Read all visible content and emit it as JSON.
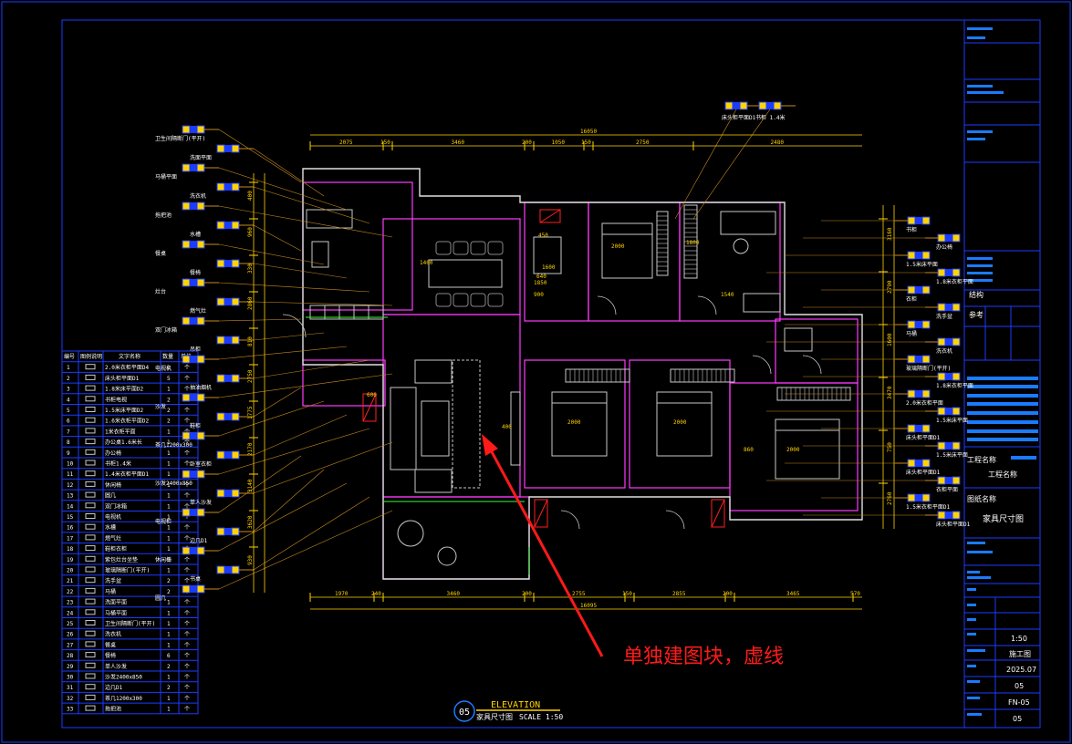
{
  "drawing": {
    "title_en": "ELEVATION",
    "title_cn": "家具尺寸图",
    "scale_label": "SCALE 1:50",
    "sheet_number": "05"
  },
  "annotation": {
    "text": "单独建图块，虚线",
    "color": "#ff1a1a"
  },
  "dimensions": {
    "top_total": "16050",
    "top_segments": [
      "2075",
      "150",
      "3460",
      "200",
      "1050",
      "150",
      "2750",
      "2480"
    ],
    "bottom_total": "16095",
    "bottom_segments": [
      "1970",
      "240",
      "3460",
      "200",
      "2755",
      "150",
      "2855",
      "200",
      "3465",
      "570"
    ],
    "left_segments": [
      "400",
      "960",
      "330",
      "2860",
      "810",
      "2750",
      "1775",
      "2170",
      "3140",
      "3620",
      "930"
    ],
    "right_segments": [
      "3160",
      "2790",
      "1600",
      "3470",
      "750",
      "2760"
    ],
    "room_labels": [
      "2000",
      "2000",
      "2000",
      "2000",
      "1850",
      "1600",
      "1800",
      "1400",
      "900",
      "640",
      "600",
      "450",
      "400",
      "860",
      "1540"
    ]
  },
  "left_labels": [
    "卫生间隔断门(平开)",
    "洗面平面",
    "马桶平面",
    "洗衣机",
    "拖把池",
    "水槽",
    "餐桌",
    "餐椅",
    "灶台",
    "燃气灶",
    "双门冰箱",
    "吊柜",
    "电视机",
    "抽油烟机",
    "沙发",
    "鞋柜",
    "茶几1200x300",
    "卧室衣柜",
    "沙发2400x850",
    "单人沙发",
    "电视柜",
    "边几D1",
    "休闲椅",
    "书桌",
    "圆几"
  ],
  "right_labels": [
    "书柜",
    "办公椅",
    "1.5米床平面",
    "1.8米衣柜平面",
    "衣柜",
    "洗手盆",
    "马桶",
    "洗衣机",
    "玻璃隔断门(平开)",
    "1.8米衣柜平面",
    "2.0米衣柜平面",
    "1.5米床平面",
    "床头柜平面D1",
    "1.5米床平面",
    "床头柜平面D1",
    "衣柜平面",
    "1.5米衣柜平面D1",
    "床头柜平面D1"
  ],
  "top_labels": [
    "床头柜平面D1",
    "书柜 1.4米"
  ],
  "legend": {
    "headers": [
      "编号",
      "图例说明",
      "文字名称",
      "数量",
      "单位"
    ],
    "rows": [
      [
        "1",
        "2.0米衣柜平面D4",
        "1",
        "个"
      ],
      [
        "2",
        "床头柜平面D1",
        "5",
        "个"
      ],
      [
        "3",
        "1.8米床平面D2",
        "1",
        "个"
      ],
      [
        "4",
        "书柜电视",
        "2",
        "个"
      ],
      [
        "5",
        "1.5米床平面D2",
        "2",
        "个"
      ],
      [
        "6",
        "1.6米衣柜平面D2",
        "2",
        "个"
      ],
      [
        "7",
        "1米衣柜平面",
        "1",
        "个"
      ],
      [
        "8",
        "办公桌1.6米长",
        "1",
        "个"
      ],
      [
        "9",
        "办公椅",
        "1",
        "个"
      ],
      [
        "10",
        "书柜1.4米",
        "1",
        "个"
      ],
      [
        "11",
        "1.4米衣柜平面D1",
        "1",
        "个"
      ],
      [
        "12",
        "休闲椅",
        "1",
        "个"
      ],
      [
        "13",
        "圆几",
        "1",
        "个"
      ],
      [
        "14",
        "双门冰箱",
        "1",
        "个"
      ],
      [
        "15",
        "电视机",
        "1",
        "个"
      ],
      [
        "16",
        "水槽",
        "1",
        "个"
      ],
      [
        "17",
        "燃气灶",
        "1",
        "个"
      ],
      [
        "18",
        "鞋柜衣柜",
        "1",
        "个"
      ],
      [
        "19",
        "紫包灶台坐垫",
        "1",
        "个"
      ],
      [
        "20",
        "玻璃隔断门(平开)",
        "1",
        "个"
      ],
      [
        "21",
        "洗手盆",
        "2",
        "个"
      ],
      [
        "22",
        "马桶",
        "2",
        "个"
      ],
      [
        "23",
        "洗面平面",
        "1",
        "个"
      ],
      [
        "24",
        "马桶平面",
        "1",
        "个"
      ],
      [
        "25",
        "卫生间隔断门(平开)",
        "1",
        "个"
      ],
      [
        "26",
        "洗衣机",
        "1",
        "个"
      ],
      [
        "27",
        "餐桌",
        "1",
        "个"
      ],
      [
        "28",
        "餐椅",
        "6",
        "个"
      ],
      [
        "29",
        "单人沙发",
        "2",
        "个"
      ],
      [
        "30",
        "沙发2400x850",
        "1",
        "个"
      ],
      [
        "31",
        "边几D1",
        "2",
        "个"
      ],
      [
        "32",
        "茶几1200x300",
        "1",
        "个"
      ],
      [
        "33",
        "拖把池",
        "1",
        "个"
      ]
    ]
  },
  "title_block": {
    "project_label": "工程名称",
    "project_value": "工程名称",
    "drawing_label": "图纸名称",
    "drawing_value": "家具尺寸图",
    "scale_value": "1:50",
    "design_value": "施工图",
    "date_value": "2025.07",
    "sheet_value": "05",
    "number_value": "FN-05",
    "jiegou": "结构",
    "cankao": "参考"
  },
  "colors": {
    "frame": "#1b3bff",
    "wall": "#ff3bff",
    "dim": "#ffd400",
    "leader": "#c88a1e",
    "furniture": "#c8c8c8",
    "green": "#33ff33",
    "red": "#ff2020"
  }
}
